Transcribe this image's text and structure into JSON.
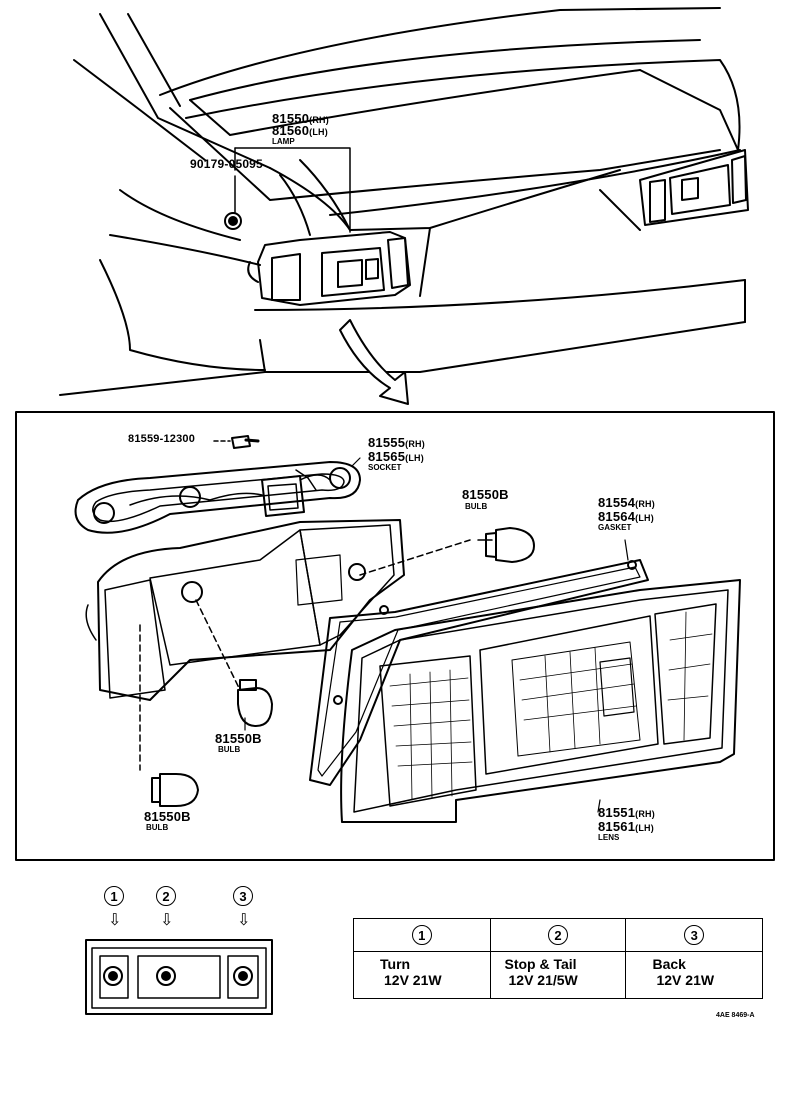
{
  "labels": {
    "lamp": {
      "part_rh": "81550",
      "rh": "(RH)",
      "part_lh": "81560",
      "lh": "(LH)",
      "name": "LAMP"
    },
    "screw": {
      "part": "90179-05095"
    },
    "bolt": {
      "part": "81559-12300"
    },
    "socket": {
      "part_rh": "81555",
      "rh": "(RH)",
      "part_lh": "81565",
      "lh": "(LH)",
      "name": "SOCKET"
    },
    "bulb_top": {
      "part": "81550B",
      "name": "BULB"
    },
    "gasket": {
      "part_rh": "81554",
      "rh": "(RH)",
      "part_lh": "81564",
      "lh": "(LH)",
      "name": "GASKET"
    },
    "bulb_mid": {
      "part": "81550B",
      "name": "BULB"
    },
    "bulb_low": {
      "part": "81550B",
      "name": "BULB"
    },
    "lens": {
      "part_rh": "81551",
      "rh": "(RH)",
      "part_lh": "81561",
      "lh": "(LH)",
      "name": "LENS"
    }
  },
  "legend_markers": [
    "1",
    "2",
    "3"
  ],
  "bulb_table": {
    "headers": [
      "1",
      "2",
      "3"
    ],
    "rows": [
      {
        "function": "Turn",
        "spec": "12V 21W"
      },
      {
        "function": "Stop & Tail",
        "spec": "12V 21/5W"
      },
      {
        "function": "Back",
        "spec": "12V 21W"
      }
    ]
  },
  "figure_code": "4AE 8469-A"
}
